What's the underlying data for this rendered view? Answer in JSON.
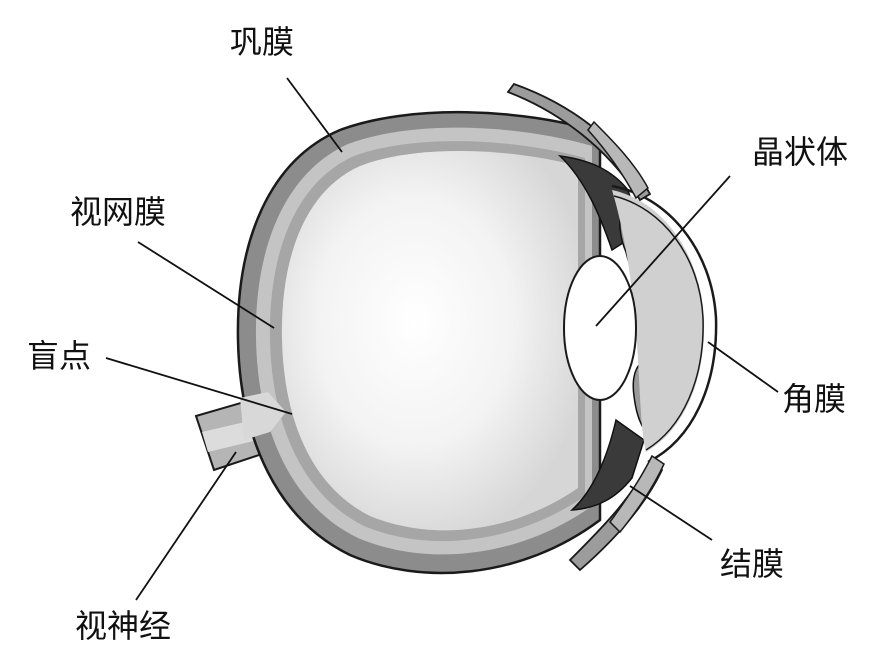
{
  "labels": {
    "sclera": "巩膜",
    "retina": "视网膜",
    "blind_spot": "盲点",
    "optic_nerve": "视神经",
    "lens": "晶状体",
    "cornea": "角膜",
    "conjunctiva": "结膜"
  },
  "colors": {
    "sclera": "#8c8c8c",
    "choroid": "#bdbdbd",
    "retina": "#a9a9a9",
    "vitreous": "#ececec",
    "cornea_fill": "#d2d2d2",
    "lens": "#ffffff",
    "outline": "#1a1a1a",
    "leader_line": "#111111"
  }
}
